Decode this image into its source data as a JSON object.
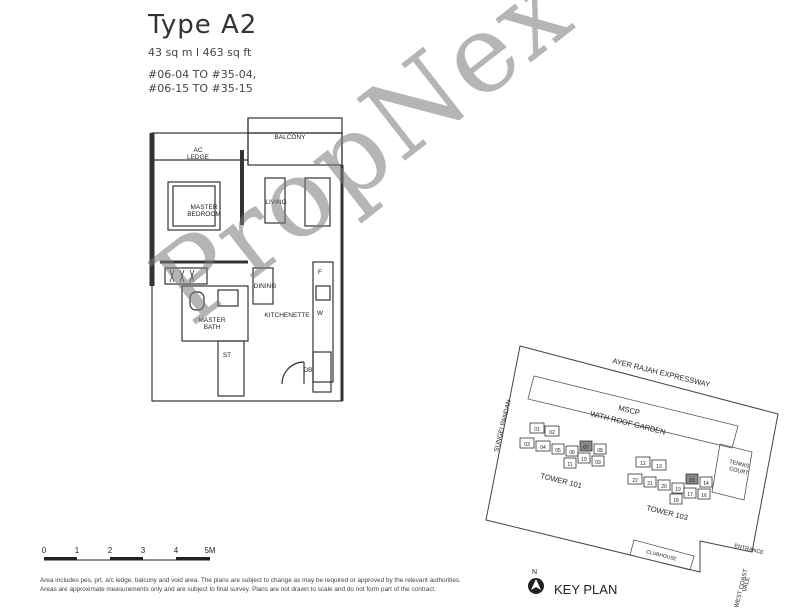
{
  "header": {
    "title": "Type A2",
    "area": "43 sq m I 463 sq ft",
    "units_line1": "#06-04 TO #35-04,",
    "units_line2": "#06-15 TO #35-15"
  },
  "floor_plan": {
    "rooms": {
      "ac_ledge_1": "AC",
      "ac_ledge_2": "LEDGE",
      "balcony": "BALCONY",
      "master_bedroom_1": "MASTER",
      "master_bedroom_2": "BEDROOM",
      "living": "LIVING",
      "dining": "DINING",
      "kitchenette": "KITCHENETTE",
      "master_bath_1": "MASTER",
      "master_bath_2": "BATH",
      "st": "ST",
      "db": "DB",
      "fridge": "F",
      "washer": "W"
    }
  },
  "scale_bar": {
    "labels": [
      "0",
      "1",
      "2",
      "3",
      "4",
      "5M"
    ]
  },
  "watermark": "PropNex",
  "key_plan": {
    "label": "KEY PLAN",
    "north": "N",
    "expressway": "AYER RAJAH EXPRESSWAY",
    "mscp_1": "MSCP",
    "mscp_2": "WITH ROOF GARDEN",
    "sungei": "SUNGEI PANDAN",
    "tower_101": "TOWER 101",
    "tower_103": "TOWER 103",
    "tennis_1": "TENNIS",
    "tennis_2": "COURT",
    "clubhouse": "CLUBHOUSE",
    "entrance": "ENTRANCE",
    "west_coast_1": "WEST COAST",
    "west_coast_2": "VALE",
    "tower101_units": [
      "01",
      "02",
      "03",
      "04",
      "05",
      "06",
      "07",
      "08",
      "09",
      "10",
      "11"
    ],
    "tower103_units": [
      "12",
      "13",
      "14",
      "15",
      "16",
      "17",
      "18",
      "19",
      "20",
      "21",
      "22"
    ]
  },
  "disclaimer": "Area includes pes, prt, a/c ledge, balcony and void area. The plans are subject to change as may be required or approved by the relevant authorities. Areas are approximate measurements only and are subject to final survey. Plans are not drawn to scale and do not form part of the contract."
}
